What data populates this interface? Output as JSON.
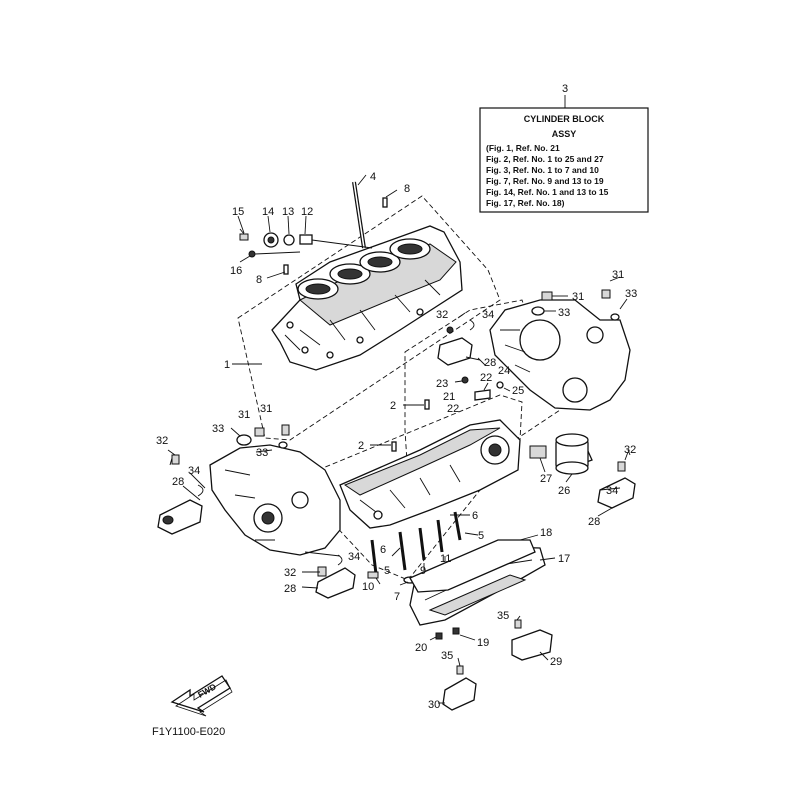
{
  "callout_box": {
    "ref": "3",
    "title_line1": "CYLINDER BLOCK",
    "title_line2": "ASSY",
    "lines": [
      "(Fig. 1, Ref. No. 21",
      " Fig. 2, Ref. No. 1 to 25 and 27",
      " Fig. 3, Ref. No. 1 to 7 and 10",
      " Fig. 7, Ref. No. 9 and 13 to 19",
      " Fig. 14, Ref. No. 1 and 13 to 15",
      " Fig. 17, Ref. No. 18)"
    ]
  },
  "part_labels": {
    "p1": "1",
    "p2a": "2",
    "p2b": "2",
    "p4": "4",
    "p5a": "5",
    "p5b": "5",
    "p6a": "6",
    "p6b": "6",
    "p7": "7",
    "p8a": "8",
    "p8b": "8",
    "p9": "9",
    "p10": "10",
    "p11": "11",
    "p12": "12",
    "p13": "13",
    "p14": "14",
    "p15": "15",
    "p16": "16",
    "p17": "17",
    "p18": "18",
    "p19": "19",
    "p20": "20",
    "p21": "21",
    "p22a": "22",
    "p22b": "22",
    "p23": "23",
    "p24": "24",
    "p25": "25",
    "p26": "26",
    "p27": "27",
    "p28a": "28",
    "p28b": "28",
    "p28c": "28",
    "p28d": "28",
    "p29": "29",
    "p30": "30",
    "p31a": "31",
    "p31b": "31",
    "p31c": "31",
    "p31d": "31",
    "p32a": "32",
    "p32b": "32",
    "p32c": "32",
    "p32d": "32",
    "p33a": "33",
    "p33b": "33",
    "p33c": "33",
    "p33d": "33",
    "p34a": "34",
    "p34b": "34",
    "p34c": "34",
    "p34d": "34",
    "p35a": "35",
    "p35b": "35"
  },
  "fwd_arrow": "FWD",
  "figure_code": "F1Y1100-E020"
}
